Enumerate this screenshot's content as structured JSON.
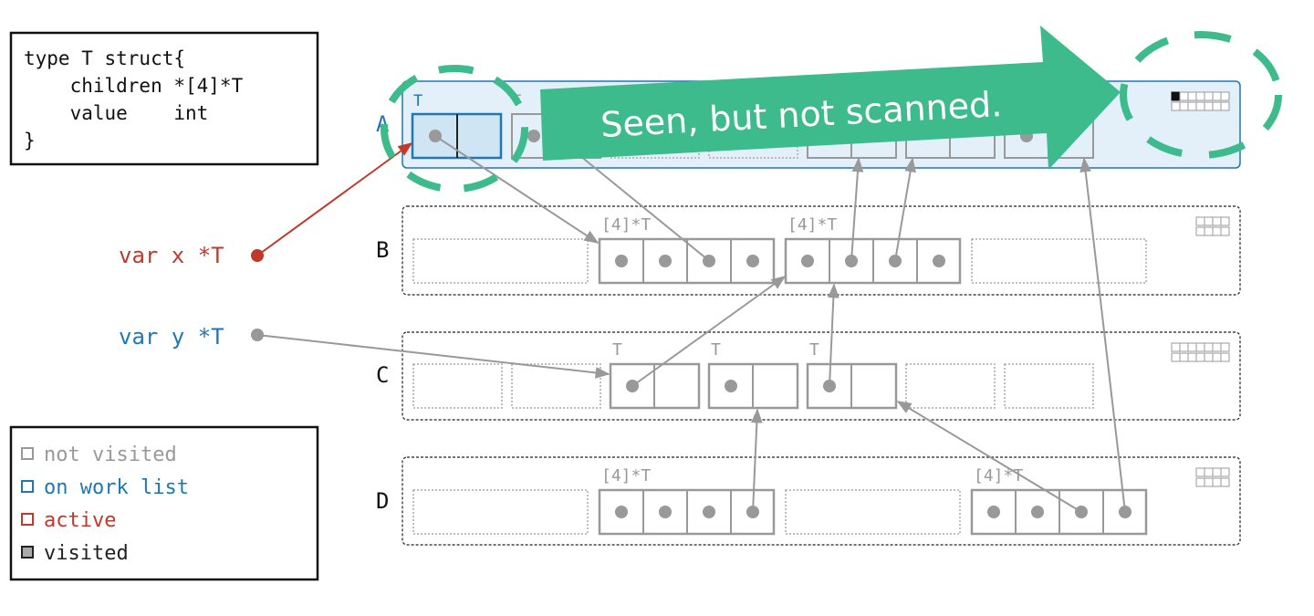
{
  "code": {
    "lines": [
      "type T struct{",
      "    children *[4]*T",
      "    value    int",
      "}"
    ]
  },
  "vars": {
    "x": "var x *T",
    "y": "var y *T"
  },
  "legend": {
    "items": [
      {
        "label": "not visited",
        "color": "#999999",
        "fill": "#ffffff"
      },
      {
        "label": "on work list",
        "color": "#1f77b4",
        "fill": "#ffffff"
      },
      {
        "label": "active",
        "color": "#c0392b",
        "fill": "#ffffff"
      },
      {
        "label": "visited",
        "color": "#222222",
        "fill": "#aaaaaa"
      }
    ]
  },
  "spans": {
    "A": {
      "label": "A",
      "object_label": "T"
    },
    "B": {
      "label": "B",
      "object_labels": [
        "[4]*T",
        "[4]*T"
      ]
    },
    "C": {
      "label": "C",
      "object_labels": [
        "T",
        "T",
        "T"
      ]
    },
    "D": {
      "label": "D",
      "object_labels": [
        "[4]*T",
        "[4]*T"
      ]
    }
  },
  "callout": {
    "text": "Seen, but not scanned.",
    "color": "#3dbb8c"
  },
  "colors": {
    "gray": "#999999",
    "blue": "#1f77b4",
    "blue_fill": "#d0e5f4",
    "span_fill": "#e3f0fa",
    "red": "#c0392b",
    "green": "#3dbb8c"
  }
}
